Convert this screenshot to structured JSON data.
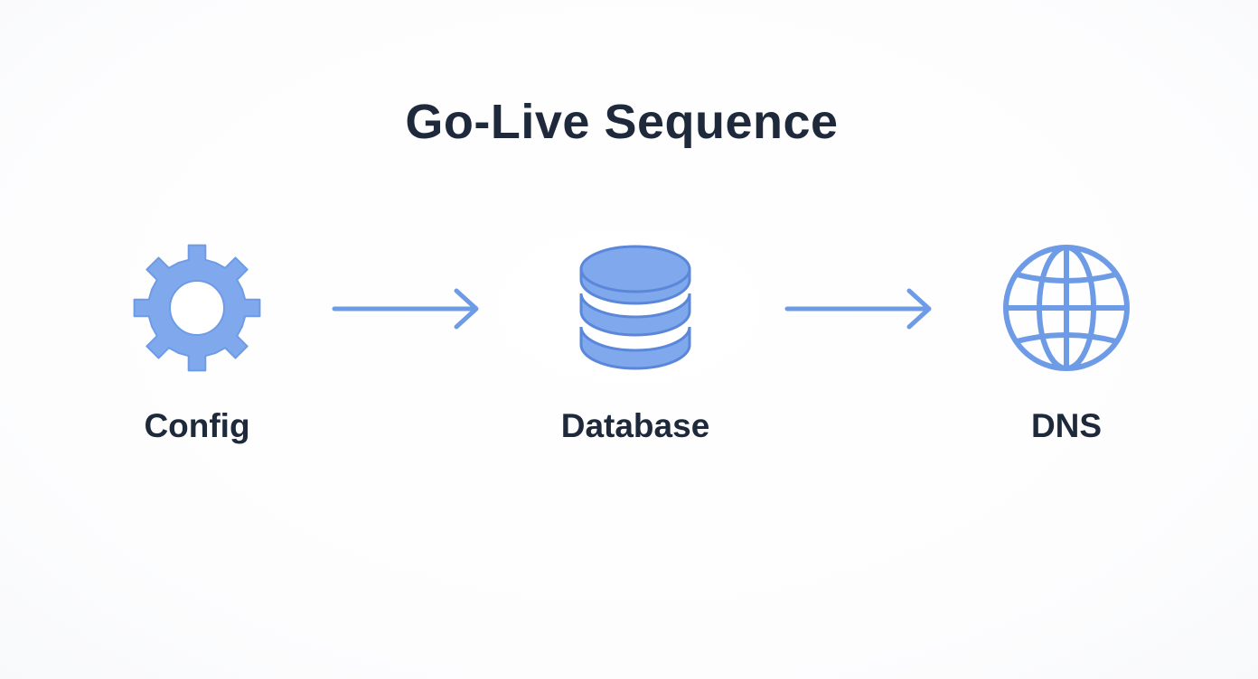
{
  "diagram": {
    "title": "Go-Live Sequence",
    "steps": [
      {
        "label": "Config",
        "icon": "gear-icon"
      },
      {
        "label": "Database",
        "icon": "database-icon"
      },
      {
        "label": "DNS",
        "icon": "globe-icon"
      }
    ],
    "colors": {
      "accent": "#6e9be6",
      "accent_fill": "#80a8ec",
      "accent_stroke": "#5a87d9",
      "text": "#1e293b"
    }
  }
}
